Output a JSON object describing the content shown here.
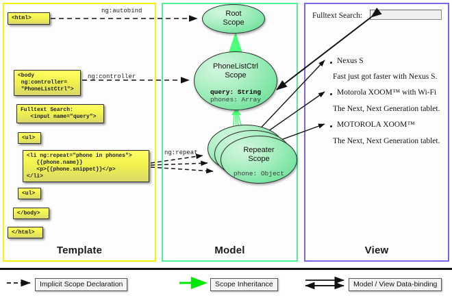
{
  "panels": {
    "template": {
      "title": "Template",
      "border_color": "#f2f20a"
    },
    "model": {
      "title": "Model",
      "border_color": "#4ef09a"
    },
    "view": {
      "title": "View",
      "border_color": "#7b64e8"
    }
  },
  "template_boxes": [
    {
      "id": "html-open",
      "text": "<html>"
    },
    {
      "id": "body-open",
      "text": "<body\n ng:controller=\n \"PhoneListCtrl\">"
    },
    {
      "id": "fulltext",
      "text": "Fulltext Search:\n   <input name=\"query\">"
    },
    {
      "id": "ul-open",
      "text": "<ul>"
    },
    {
      "id": "li-repeat",
      "text": "<li ng:repeat=\"phone in phones\">\n   {{phone.name}}\n   <p>{{phone.snippet}}</p>\n</li>"
    },
    {
      "id": "ul-close",
      "text": "<ul>"
    },
    {
      "id": "body-close",
      "text": "</body>"
    },
    {
      "id": "html-close",
      "text": "</html>"
    }
  ],
  "edge_labels": [
    {
      "id": "ng-autobind",
      "text": "ng:autobind"
    },
    {
      "id": "ng-controller",
      "text": "ng:controller"
    },
    {
      "id": "ng-repeat",
      "text": "ng:repeat"
    }
  ],
  "scopes": [
    {
      "id": "root-scope",
      "title_line1": "Root",
      "title_line2": "Scope",
      "props": []
    },
    {
      "id": "phonelistctrl-scope",
      "title_line1": "PhoneListCtrl",
      "title_line2": "Scope",
      "props": [
        {
          "text": "query: String",
          "bold": true
        },
        {
          "text": "phones: Array",
          "bold": false
        }
      ]
    },
    {
      "id": "repeater-scope",
      "title_line1": "Repeater",
      "title_line2": "Scope",
      "props": [
        {
          "text": "phone: Object",
          "bold": false
        }
      ]
    }
  ],
  "view": {
    "search_label": "Fulltext Search:",
    "search_value": "",
    "search_placeholder": "",
    "items": [
      {
        "name": "Nexus S",
        "snippet": "Fast just got faster with Nexus S."
      },
      {
        "name": "Motorola XOOM™  with Wi-Fi",
        "snippet": "The Next, Next Generation tablet."
      },
      {
        "name": "MOTOROLA XOOM™",
        "snippet": "The Next, Next Generation tablet."
      }
    ]
  },
  "legend": [
    {
      "id": "implicit-scope-declaration",
      "label": "Implicit Scope Declaration",
      "arrow": "dashed-black"
    },
    {
      "id": "scope-inheritance",
      "label": "Scope Inheritance",
      "arrow": "solid-green"
    },
    {
      "id": "model-view-data-binding",
      "label": "Model / View Data-binding",
      "arrow": "double-black"
    }
  ],
  "colors": {
    "template_border": "#f2f20a",
    "model_border": "#4ef09a",
    "view_border": "#7b64e8",
    "scope_fill": "#7fe2a6",
    "code_fill": "#ffff55",
    "inheritance_arrow": "#00e800"
  }
}
